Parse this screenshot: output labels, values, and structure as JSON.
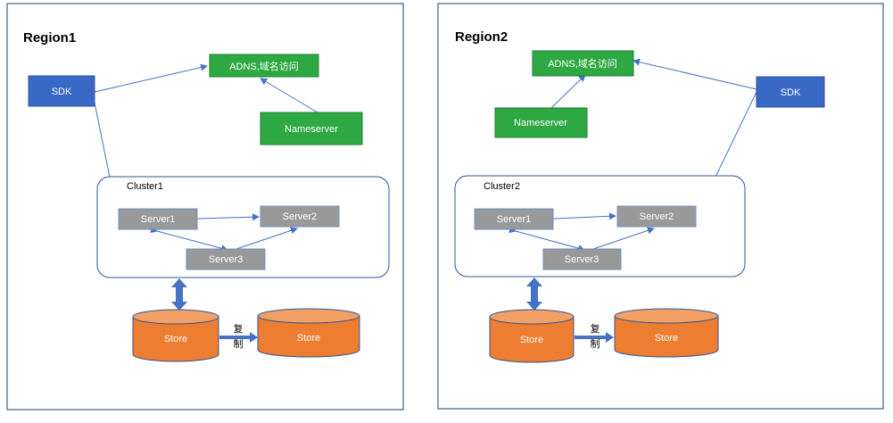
{
  "colors": {
    "frame_border": "#1f3f66",
    "sdk_fill": "#3a68c6",
    "green_fill": "#2ea843",
    "server_fill": "#999999",
    "server_border": "#6f8fc0",
    "store_fill": "#ed7d31",
    "store_top": "#f2a063",
    "arrow": "#4472c4",
    "cluster_border": "#2f5597"
  },
  "regions": [
    {
      "title": "Region1",
      "sdk": "SDK",
      "adns": "ADNS,域名访问",
      "nameserver": "Nameserver",
      "cluster": "Cluster1",
      "servers": [
        "Server1",
        "Server2",
        "Server3"
      ],
      "stores": [
        "Store",
        "Store"
      ],
      "replicate": [
        "复",
        "制"
      ]
    },
    {
      "title": "Region2",
      "sdk": "SDK",
      "adns": "ADNS,域名访问",
      "nameserver": "Nameserver",
      "cluster": "Cluster2",
      "servers": [
        "Server1",
        "Server2",
        "Server3"
      ],
      "stores": [
        "Store",
        "Store"
      ],
      "replicate": [
        "复",
        "制"
      ]
    }
  ]
}
